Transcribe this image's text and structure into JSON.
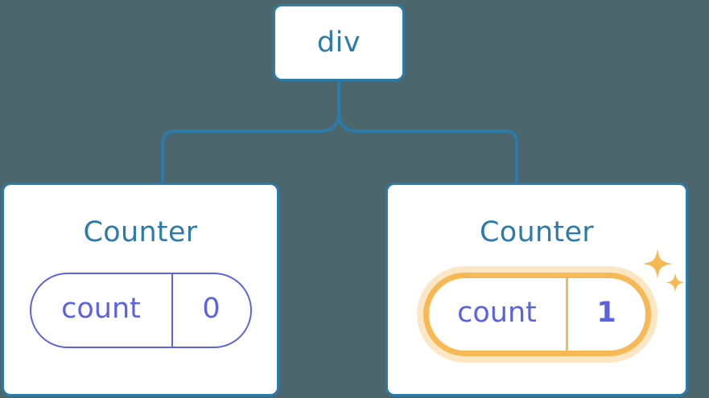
{
  "diagram": {
    "type": "component-tree",
    "background_color": "#4c666e",
    "node_border_color": "#2d7ba8",
    "node_text_color": "#2d7ba8",
    "state_color": "#5b63e0",
    "highlight_color": "#f7b955",
    "highlight_glow_color": "#fbdfb0",
    "edge_color": "#2d7ba8"
  },
  "root": {
    "label": "div"
  },
  "children": [
    {
      "title": "Counter",
      "state": {
        "key": "count",
        "value": "0"
      },
      "highlighted": false
    },
    {
      "title": "Counter",
      "state": {
        "key": "count",
        "value": "1"
      },
      "highlighted": true
    }
  ],
  "icons": {
    "sparkle_large": "sparkle-icon",
    "sparkle_small": "sparkle-icon"
  }
}
